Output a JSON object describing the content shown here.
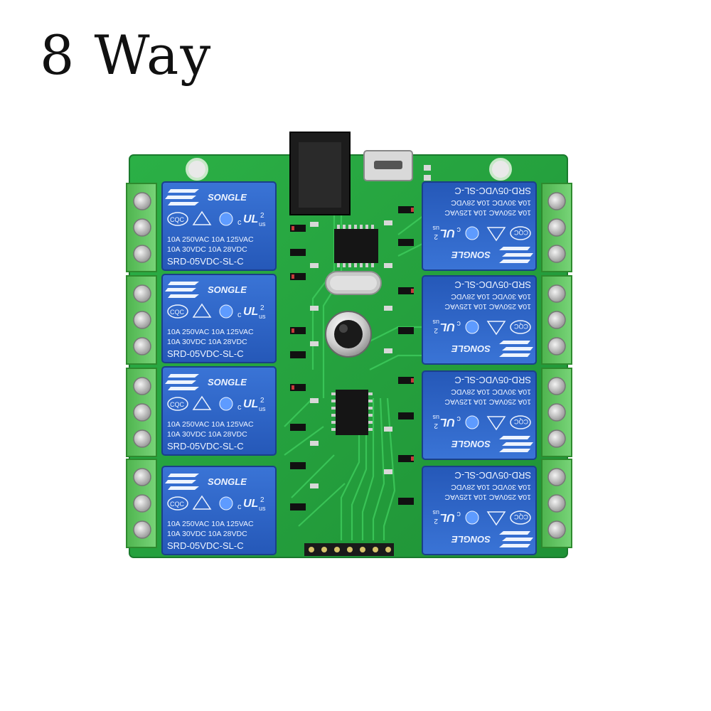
{
  "title": "8 Way",
  "relay": {
    "brand": "SONGLE",
    "cert_cqc": "CQC",
    "cert_ul_num": "2",
    "cert_ul_c": "c",
    "cert_ul_us": "us",
    "rating_line1": "10A 250VAC  10A 125VAC",
    "rating_line2": "10A  30VDC  10A  28VDC",
    "model": "SRD-05VDC-SL-C"
  },
  "colors": {
    "pcb": "#23a03c",
    "relay": "#2f66c8",
    "terminal": "#5cc05c",
    "jack": "#1a1a1a"
  }
}
